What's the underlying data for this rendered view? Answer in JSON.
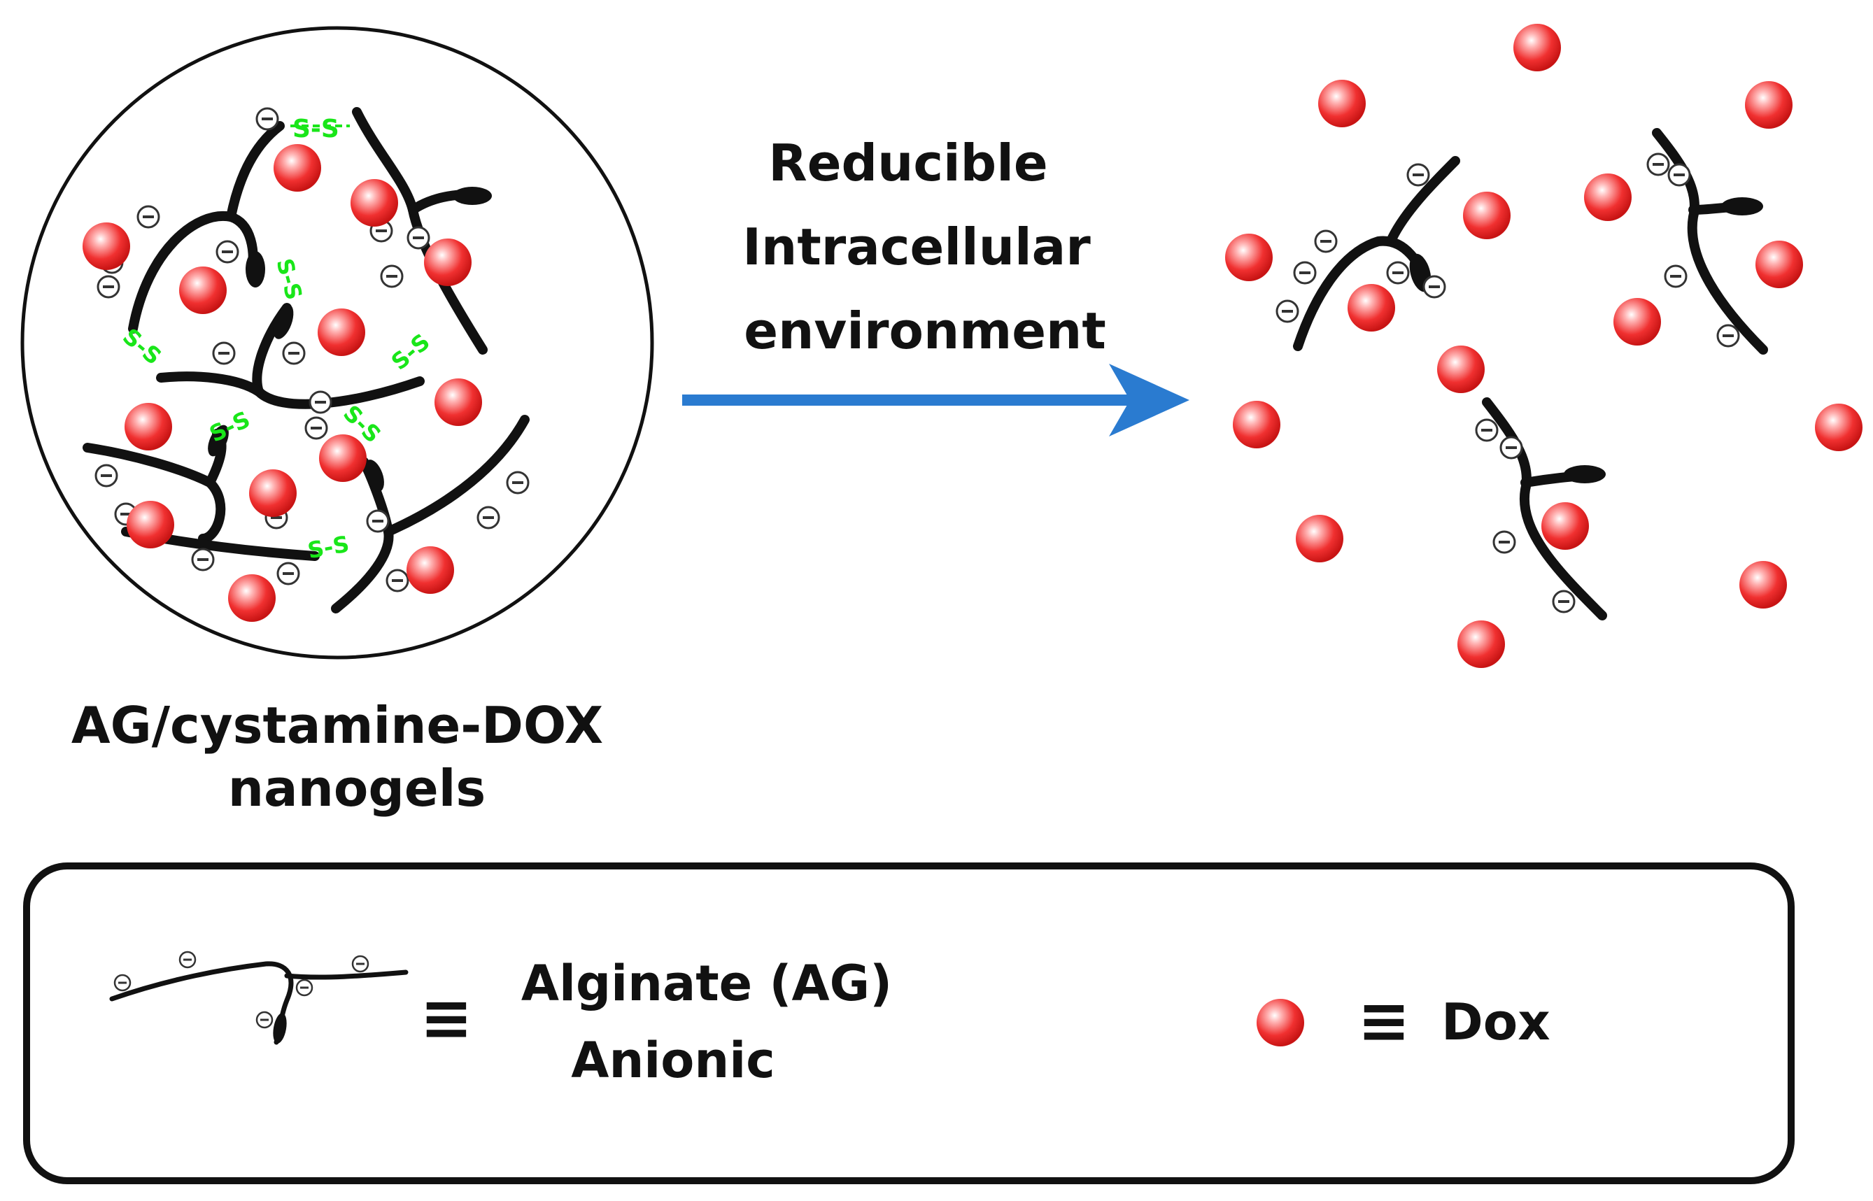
{
  "colors": {
    "strand": "#111111",
    "dox": "#ee2222",
    "arrow": "#2a7bd0",
    "disulfide": "#19e619",
    "outline": "#111111",
    "charge": "#333333"
  },
  "icons": [
    "alginate-strand-icon",
    "dox-sphere-icon",
    "anion-charge-icon",
    "disulfide-bond-icon",
    "arrow-right-icon",
    "identity-symbol-icon"
  ],
  "nanogel": {
    "label_line1": "AG/cystamine-DOX",
    "label_line2": "nanogels",
    "crosslink_text": "S-S"
  },
  "arrow": {
    "line1": "Reducible",
    "line2": "Intracellular",
    "line3": "environment"
  },
  "legend": {
    "equiv_symbol": "≡",
    "alginate_line1": "Alginate (AG)",
    "alginate_line2": "Anionic",
    "dox_label": "Dox"
  }
}
